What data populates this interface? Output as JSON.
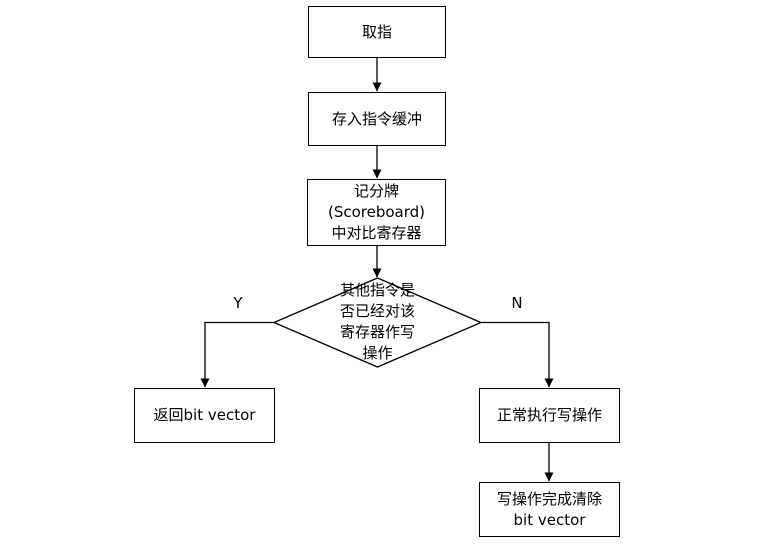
{
  "flowchart": {
    "nodes": {
      "fetch": {
        "label": "取指"
      },
      "buffer": {
        "label": "存入指令缓冲"
      },
      "scoreboard": {
        "label": "记分牌\n(Scoreboard)\n中对比寄存器"
      },
      "decision": {
        "label": "其他指令是\n否已经对该\n寄存器作写\n操作"
      },
      "return_bv": {
        "label": "返回bit vector"
      },
      "normal_write": {
        "label": "正常执行写操作"
      },
      "clear_bv": {
        "label": "写操作完成清除\nbit vector"
      }
    },
    "branch_labels": {
      "yes": "Y",
      "no": "N"
    },
    "colors": {
      "stroke": "#000000",
      "fill": "#ffffff",
      "text": "#000000"
    }
  }
}
